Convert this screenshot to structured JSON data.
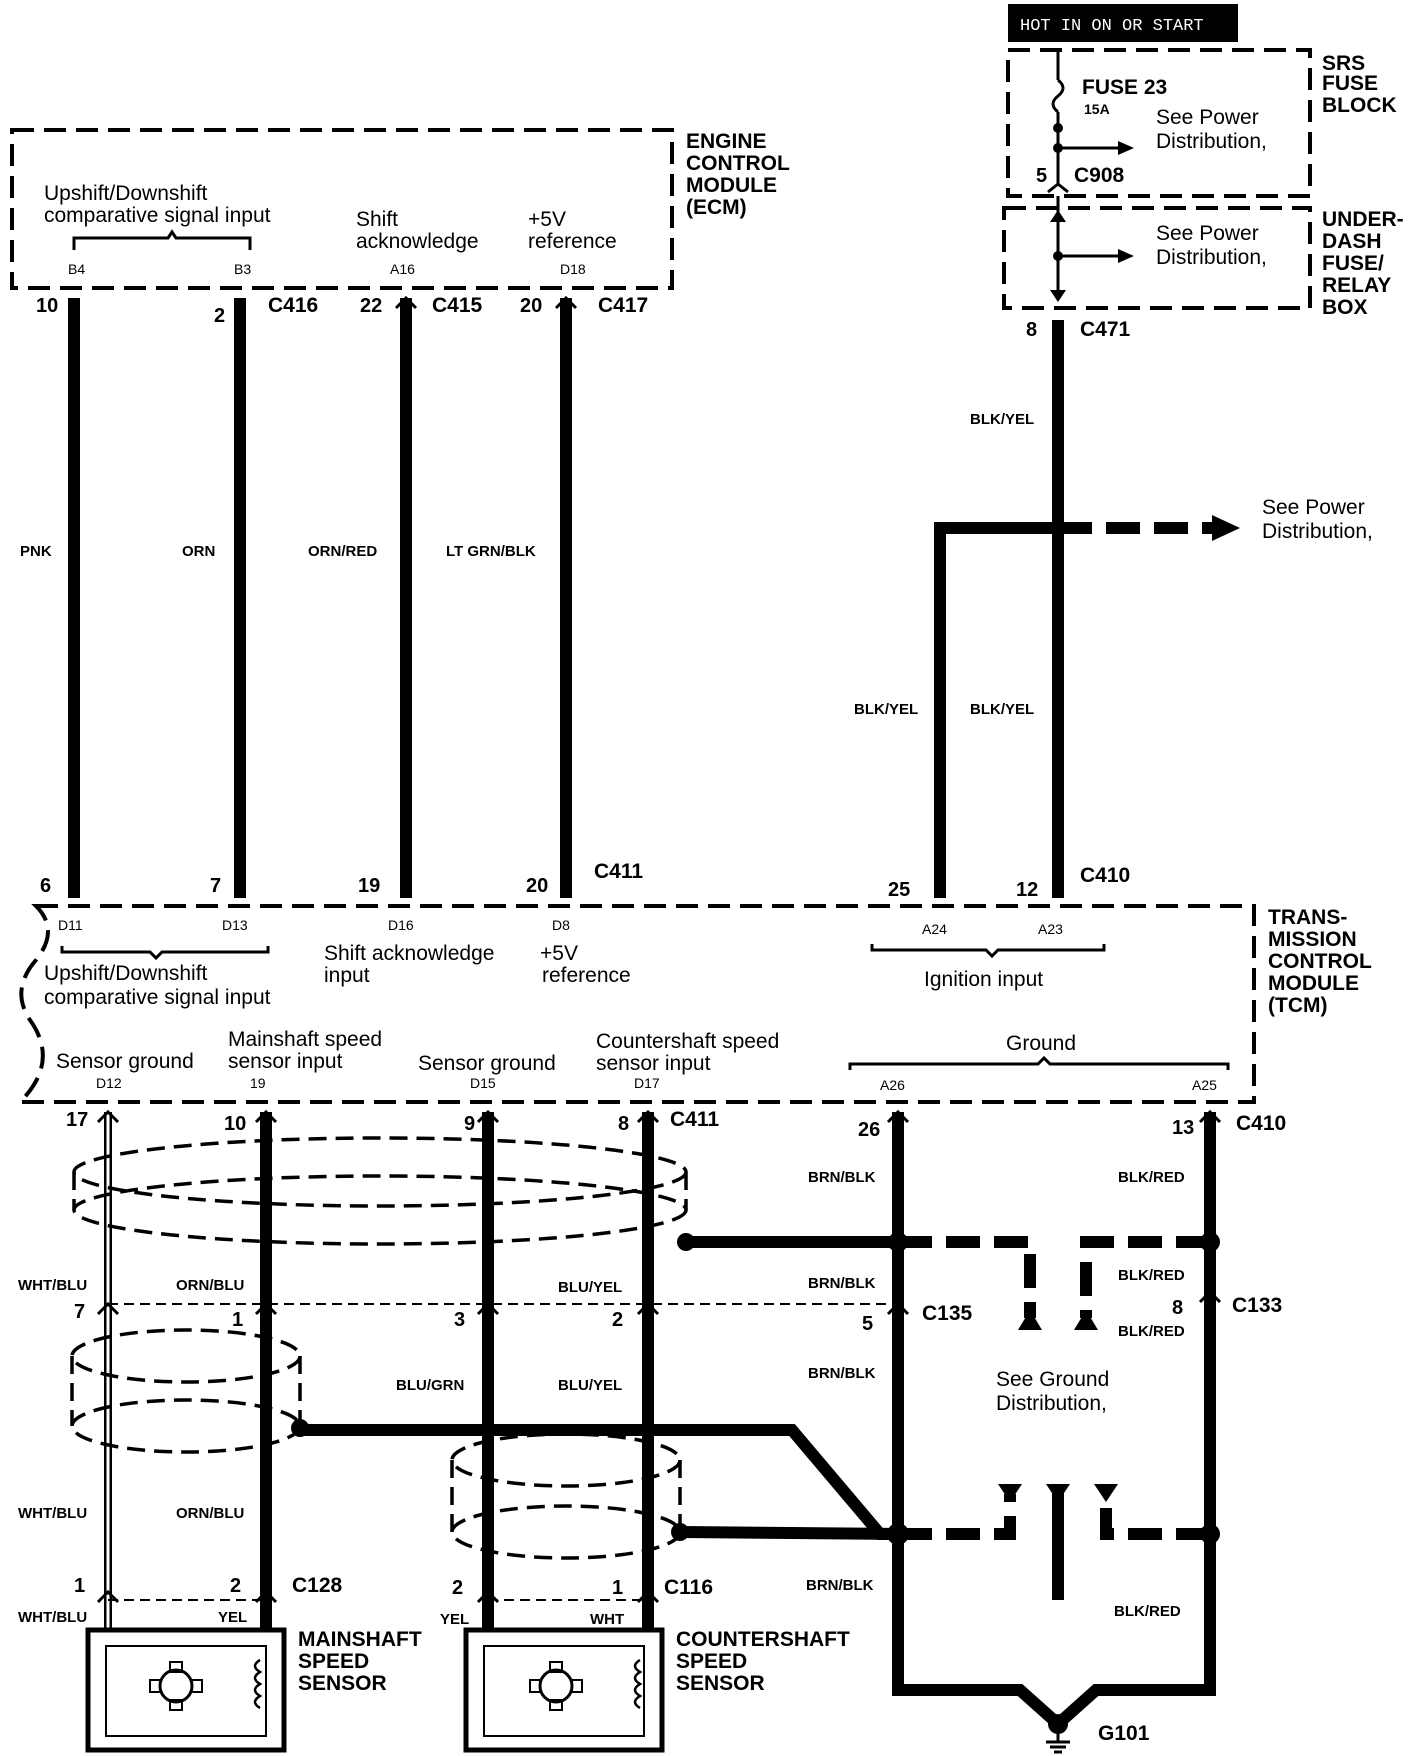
{
  "hot_label": "HOT IN ON OR START",
  "srs_box": {
    "l1": "SRS",
    "l2": "FUSE",
    "l3": "BLOCK"
  },
  "fuse": {
    "name": "FUSE 23",
    "rating": "15A",
    "pin": "5",
    "connector": "C908"
  },
  "see_power": {
    "l1": "See Power",
    "l2": "Distribution,"
  },
  "underdash": {
    "l1": "UNDER-",
    "l2": "DASH",
    "l3": "FUSE/",
    "l4": "RELAY",
    "l5": "BOX",
    "pin": "8",
    "connector": "C471"
  },
  "ecm": {
    "l1": "ENGINE",
    "l2": "CONTROL",
    "l3": "MODULE",
    "l4": "(ECM)",
    "sig1": "Upshift/Downshift",
    "sig2": "comparative signal input",
    "shift1": "Shift",
    "shift2": "acknowledge",
    "ref1": "+5V",
    "ref2": "reference",
    "term_b4": "B4",
    "term_b3": "B3",
    "term_a16": "A16",
    "term_d18": "D18"
  },
  "ecm_pins": {
    "p10": "10",
    "p2": "2",
    "c416": "C416",
    "p22": "22",
    "c415": "C415",
    "p20": "20",
    "c417": "C417"
  },
  "wires_top": {
    "pnk": "PNK",
    "orn": "ORN",
    "ornred": "ORN/RED",
    "ltgrn": "LT GRN/BLK",
    "bkyel": "BLK/YEL"
  },
  "tcm_top_pins": {
    "p6": "6",
    "p7": "7",
    "p19": "19",
    "p20": "20",
    "c411": "C411",
    "p25": "25",
    "p12": "12",
    "c410": "C410"
  },
  "tcm": {
    "l1": "TRANS-",
    "l2": "MISSION",
    "l3": "CONTROL",
    "l4": "MODULE",
    "l5": "(TCM)",
    "d11": "D11",
    "d13": "D13",
    "d16": "D16",
    "d8": "D8",
    "a24": "A24",
    "a23": "A23",
    "sig1": "Upshift/Downshift",
    "sig2": "comparative signal input",
    "sa1": "Shift acknowledge",
    "sa2": "input",
    "ref1": "+5V",
    "ref2": "reference",
    "ign": "Ignition input",
    "sg1": "Sensor ground",
    "ms1": "Mainshaft speed",
    "ms2": "sensor input",
    "sg2": "Sensor ground",
    "cs1": "Countershaft speed",
    "cs2": "sensor input",
    "ground": "Ground",
    "d12": "D12",
    "t19": "19",
    "d15": "D15",
    "d17": "D17",
    "a26": "A26",
    "a25": "A25"
  },
  "tcm_bot_pins": {
    "p17": "17",
    "p10": "10",
    "p9": "9",
    "p8": "8",
    "c411": "C411",
    "p26": "26",
    "p13": "13",
    "c410": "C410"
  },
  "wires_bot": {
    "wht_blu": "WHT/BLU",
    "orn_blu": "ORN/BLU",
    "blu_yel": "BLU/YEL",
    "blu_grn": "BLU/GRN",
    "brn_blk": "BRN/BLK",
    "blk_red": "BLK/RED",
    "yel": "YEL",
    "wht": "WHT"
  },
  "mid_pins": {
    "p7": "7",
    "p1": "1",
    "p3": "3",
    "p2": "2",
    "p5": "5",
    "c135": "C135",
    "p8": "8",
    "c133": "C133"
  },
  "see_ground": {
    "l1": "See Ground",
    "l2": "Distribution,"
  },
  "sensor_pins": {
    "p1": "1",
    "p2": "2",
    "c128": "C128",
    "p2b": "2",
    "p1b": "1",
    "c116": "C116"
  },
  "mainshaft": {
    "l1": "MAINSHAFT",
    "l2": "SPEED",
    "l3": "SENSOR"
  },
  "countershaft": {
    "l1": "COUNTERSHAFT",
    "l2": "SPEED",
    "l3": "SENSOR"
  },
  "ground_pt": "G101"
}
